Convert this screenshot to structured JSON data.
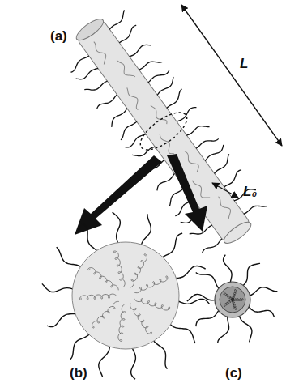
{
  "diagram": {
    "labels": [
      "(a)",
      "L",
      "L₀",
      "(b)",
      "(c)"
    ]
  }
}
